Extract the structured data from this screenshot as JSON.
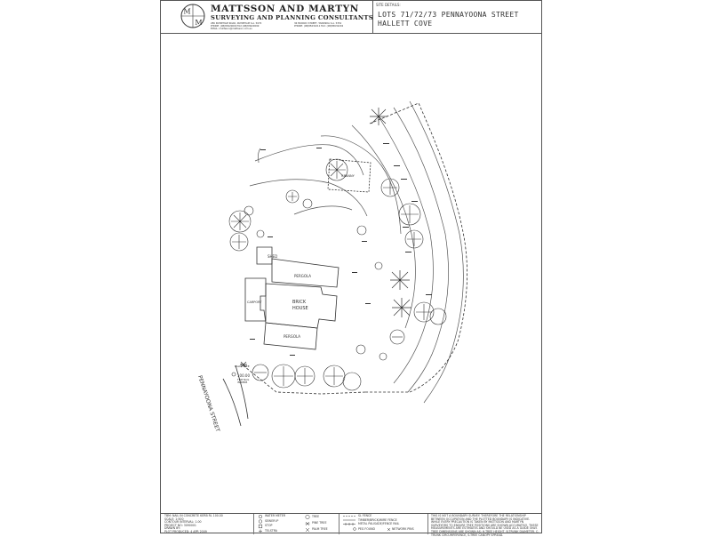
{
  "firm": {
    "name": "MATTSSON AND MARTYN",
    "subtitle": "SURVEYING AND PLANNING CONSULTANTS",
    "address_left": "286 PAYNEHAM ROAD, PAYNEHAM S.A. 5070",
    "phone_left": "PHONE: (08)83620000  FAX:(08)83620099",
    "email": "EMAIL: mattsson@mattsson.com.au",
    "address_right": "36 MURRAY STREET, TANUNDA S.A. 5352",
    "phone_right": "PHONE: (08)85632211  FAX: (08)85632202"
  },
  "site": {
    "label": "SITE DETAILS:",
    "line1": "LOTS 71/72/73 PENNAYOONA STREET",
    "line2": "HALLETT COVE"
  },
  "plan": {
    "street": "PENNAYOONA STREET",
    "house_label_1": "BRICK",
    "house_label_2": "HOUSE",
    "pergola_top": "PERGOLA",
    "pergola_bottom": "PERGOLA",
    "carport": "CARPORT",
    "shed": "SHED",
    "granny": "GRANNY",
    "tbm_label": "100.00",
    "tbm_sub_1": "TBM NAIL",
    "tbm_sub_2": "IN KERB",
    "palm_tree": "PALM TREE"
  },
  "legend": {
    "notes": [
      "TBM: NAIL IN CONCRETE KERB RL 100.00",
      "SCALE: 1:500",
      "CONTOUR INTERVAL: 1.00",
      "PROJECT NO: 3090001",
      "DRAWN BY:",
      "PLOT PRODUCED: 4 APR 2009"
    ],
    "services": [
      "WATER METER",
      "SEWER IP",
      "STOP",
      "TELSTRA"
    ],
    "trees": [
      "TREE",
      "PINE TREE",
      "PALM TREE"
    ],
    "fences": [
      "SL FENCE",
      "TIMBER/BRICK/WIRE FENCE",
      "METAL PALISADE/FENCE RAIL",
      "PEG FOUND",
      "NETWORK PINS"
    ],
    "disclaimer": "THIS IS NOT A BOUNDARY SURVEY. THEREFORE THE RELATIONSHIP BETWEEN OCCUPATION AND THE PLOTTED BOUNDARY IS INDICATIVE. WHILE EVERY PRECAUTION IS TAKEN BY MATTSSON AND MARTYN SURVEYORS TO ENSURE TREE POSITIONS ARE SHOWN ACCURATELY, THESE MEASUREMENTS ARE ESTIMATES AND SHOULD BE USED AS A GUIDE ONLY. TREE DIMENSIONS ARE SHOWN AS: H-TREE HEIGHT, B-TRUNK DIAMETER, C-TRUNK CIRCUMFERENCE, S-TREE CANOPY SPREAD."
  }
}
